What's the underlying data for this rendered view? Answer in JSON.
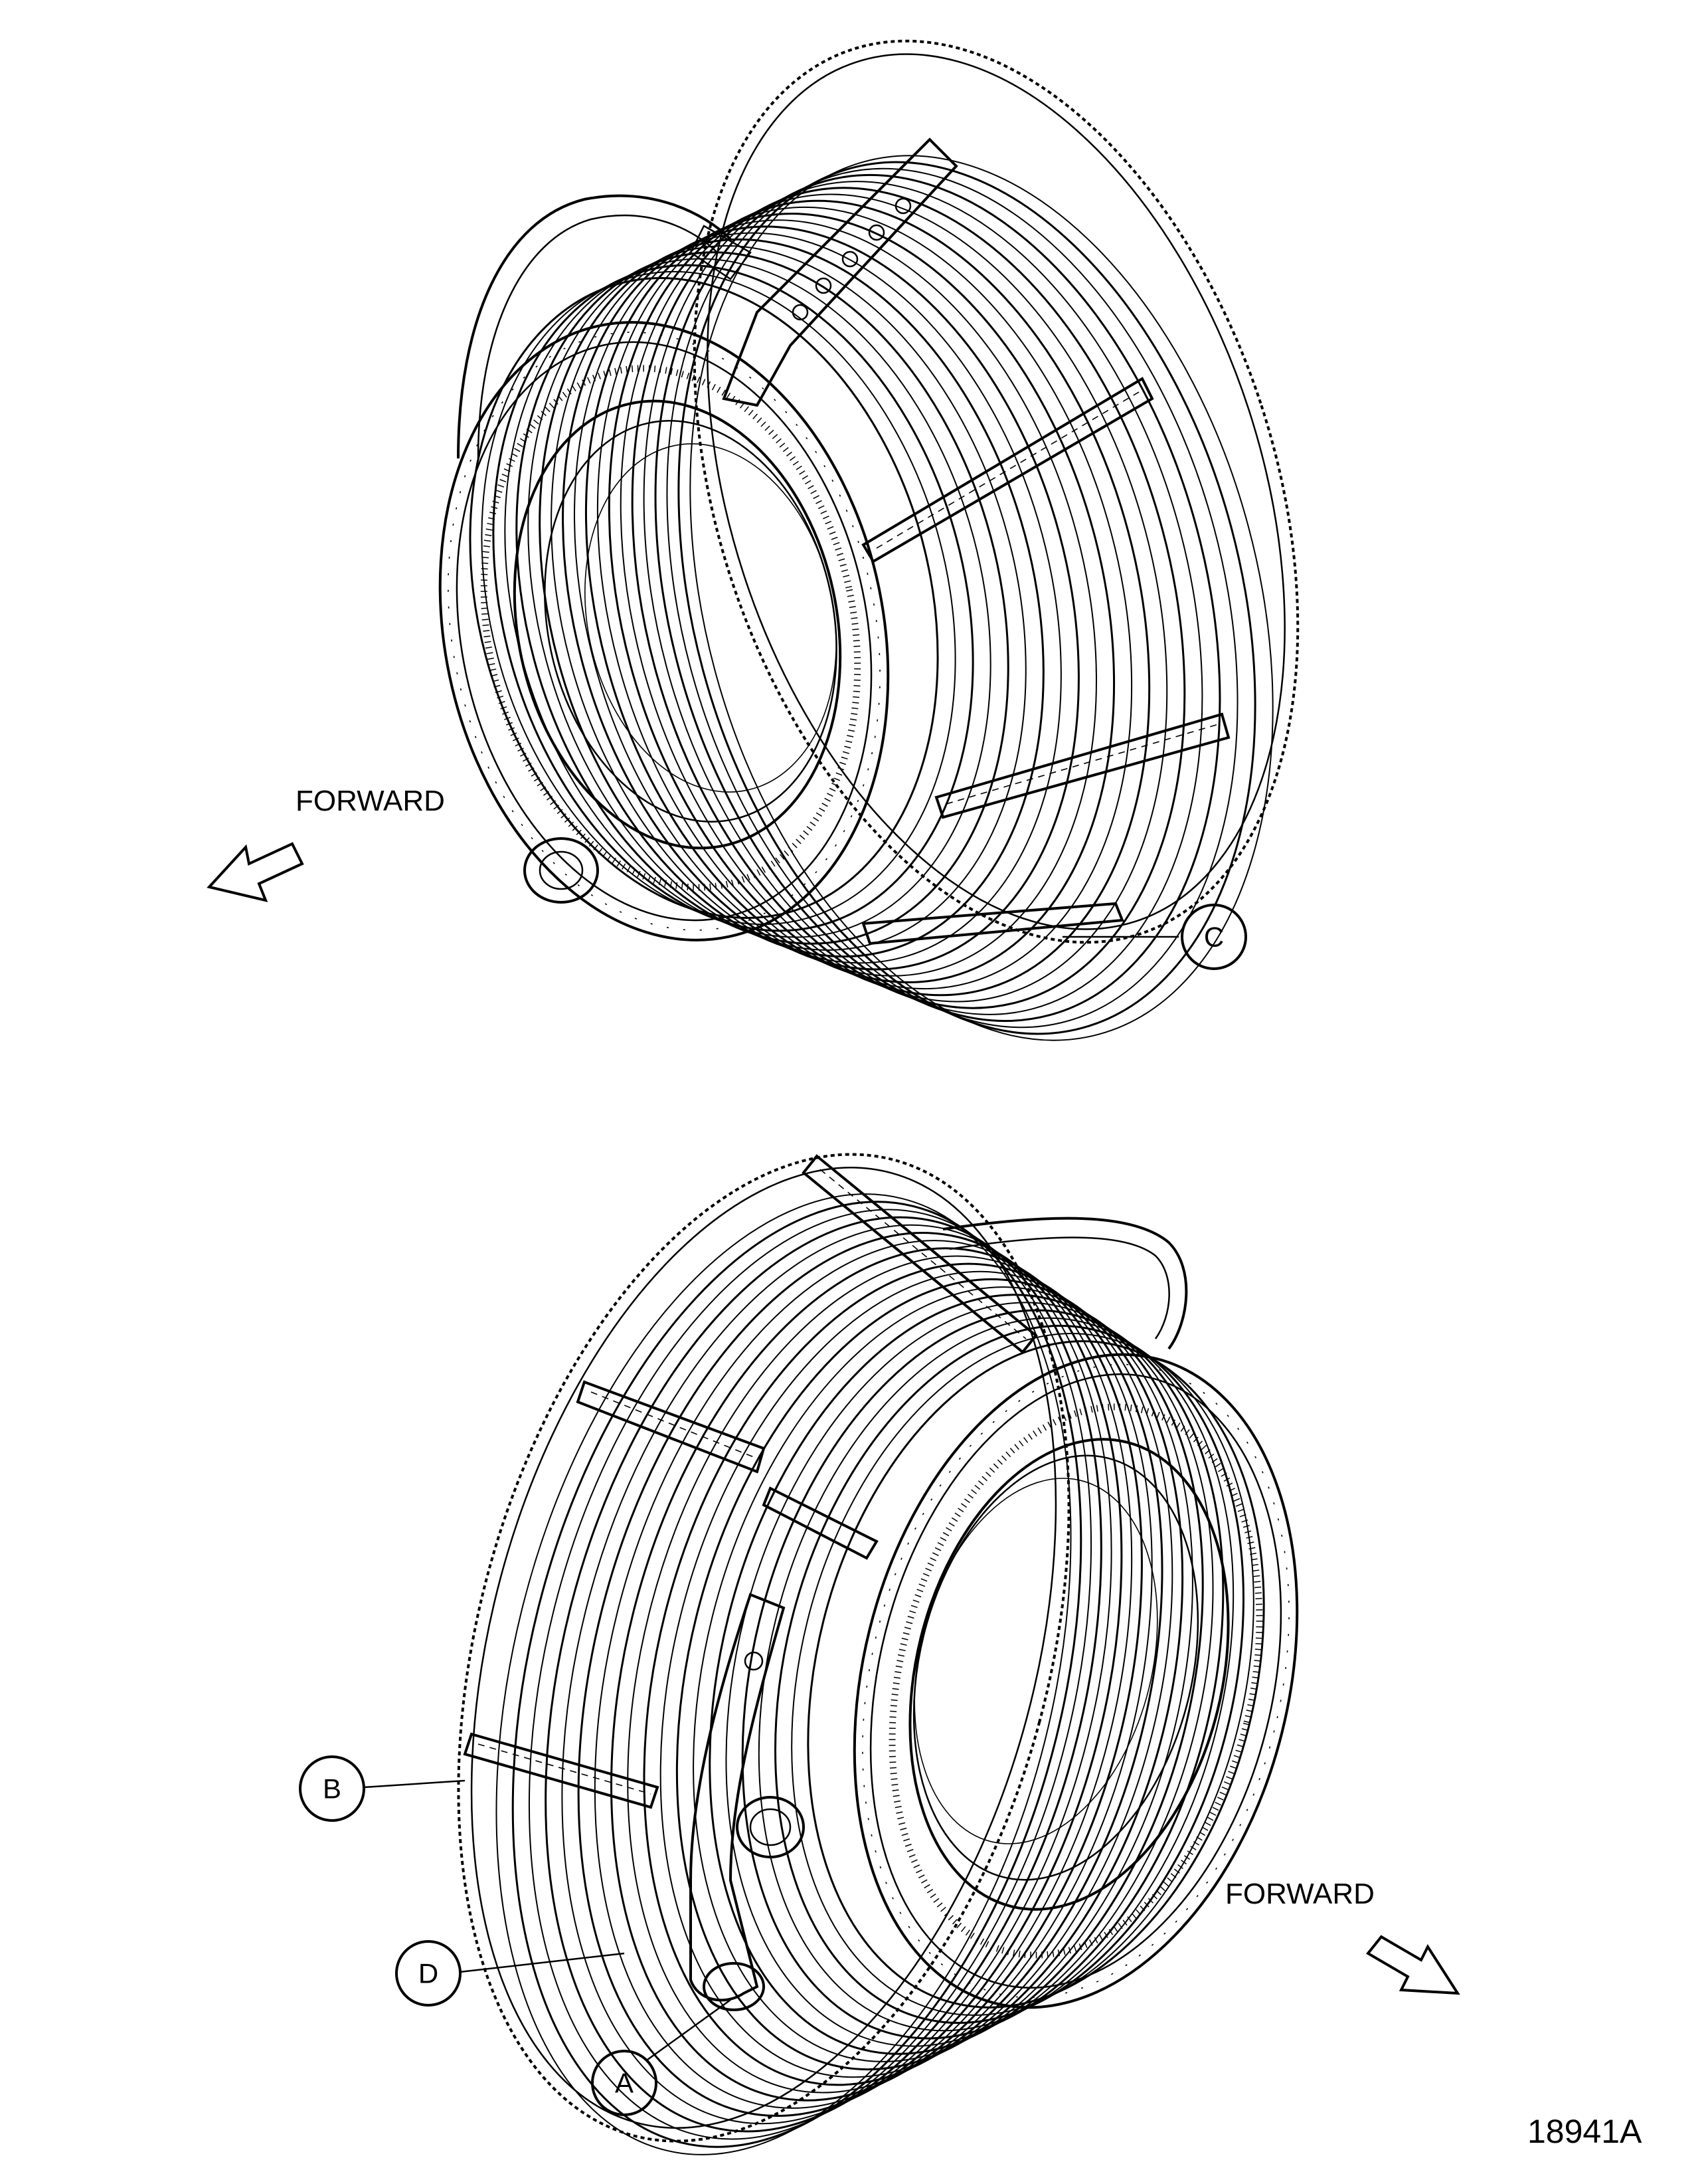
{
  "labels": {
    "forward_top": "FORWARD",
    "forward_bottom": "FORWARD",
    "figure_number": "18941A"
  },
  "callouts": {
    "a": "A",
    "b": "B",
    "c": "C",
    "d": "D"
  }
}
